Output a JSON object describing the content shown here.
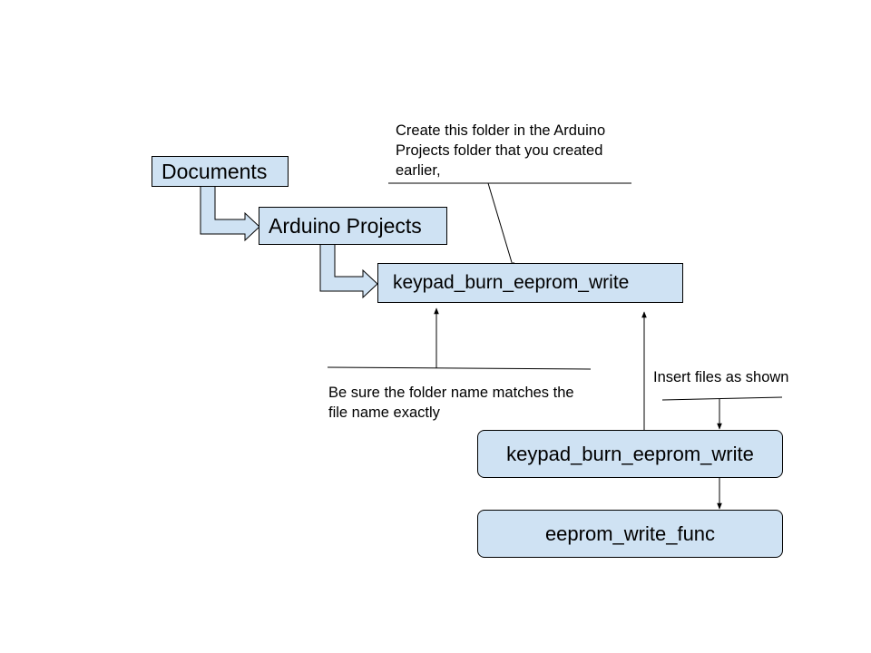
{
  "folders": {
    "documents": "Documents",
    "arduino_projects": "Arduino Projects",
    "project_folder": "keypad_burn_eeprom_write"
  },
  "files": {
    "sketch": "keypad_burn_eeprom_write",
    "function_file": "eeprom_write_func"
  },
  "notes": {
    "create_folder": [
      "Create this folder in the Arduino",
      "Projects folder that you created",
      "earlier,"
    ],
    "folder_name": [
      "Be sure the folder name matches the",
      "file name exactly"
    ],
    "insert_files": "Insert files as shown"
  },
  "colors": {
    "box_fill": "#cfe2f3",
    "stroke": "#000000"
  }
}
